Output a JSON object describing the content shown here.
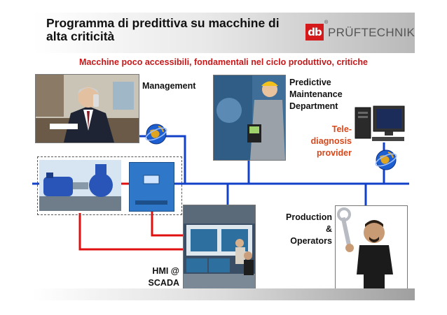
{
  "slide": {
    "title": "Programma di predittiva su macchine di alta criticità",
    "subtitle": "Macchine poco accessibili, fondamentali nel ciclo produttivo, critiche"
  },
  "logo": {
    "mark": "db",
    "registered": "®",
    "brand": "PRÜFTECHNIK"
  },
  "labels": {
    "management": "Management",
    "predictive": "Predictive\nMaintenance\nDepartment",
    "telediagnosis": "Tele-\ndiagnosis\nprovider",
    "production": "Production\n&\nOperators",
    "hmi": "HMI @\nSCADA"
  },
  "icons": [
    "globe-icon",
    "globe-icon",
    "computer-icon"
  ],
  "colors": {
    "network_blue": "#1240c8",
    "link_red": "#e01010",
    "title_accent": "#c8181a",
    "telediagnosis_text": "#d9471a"
  }
}
